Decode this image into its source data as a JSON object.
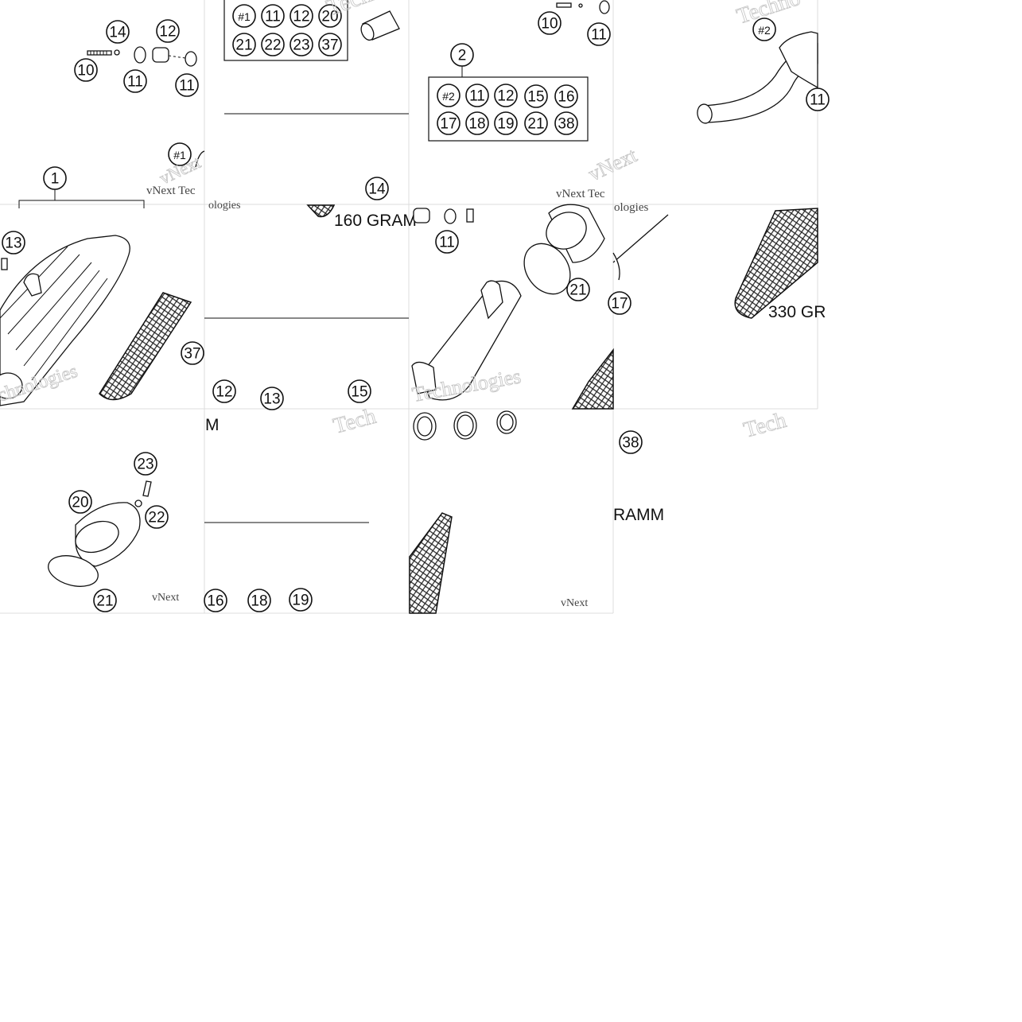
{
  "labels": {
    "set1_box": [
      "#1",
      "11",
      "12",
      "20",
      "21",
      "22",
      "23",
      "37"
    ],
    "set2_header": "2",
    "set2_box": [
      "#2",
      "11",
      "12",
      "15",
      "16",
      "17",
      "18",
      "19",
      "21",
      "38"
    ],
    "set1_header": "1",
    "hash1": "#1",
    "hash2": "#2",
    "n10": "10",
    "n11": "11",
    "n12": "12",
    "n13": "13",
    "n14": "14",
    "n15": "15",
    "n16": "16",
    "n17": "17",
    "n18": "18",
    "n19": "19",
    "n20": "20",
    "n21": "21",
    "n22": "22",
    "n23": "23",
    "n37": "37",
    "n38": "38"
  },
  "weights": {
    "w160": "160 GRAM",
    "w330": "330 GR",
    "wm_fragment": "M",
    "wramm": "RAMM"
  },
  "watermarks": {
    "vnext": "vNext",
    "vnext_tec": "vNext Tec",
    "technologies": "Technologies",
    "techno": "Techno",
    "tech": "Tech",
    "ologies": "ologies",
    "chnologies": "chnologies"
  }
}
